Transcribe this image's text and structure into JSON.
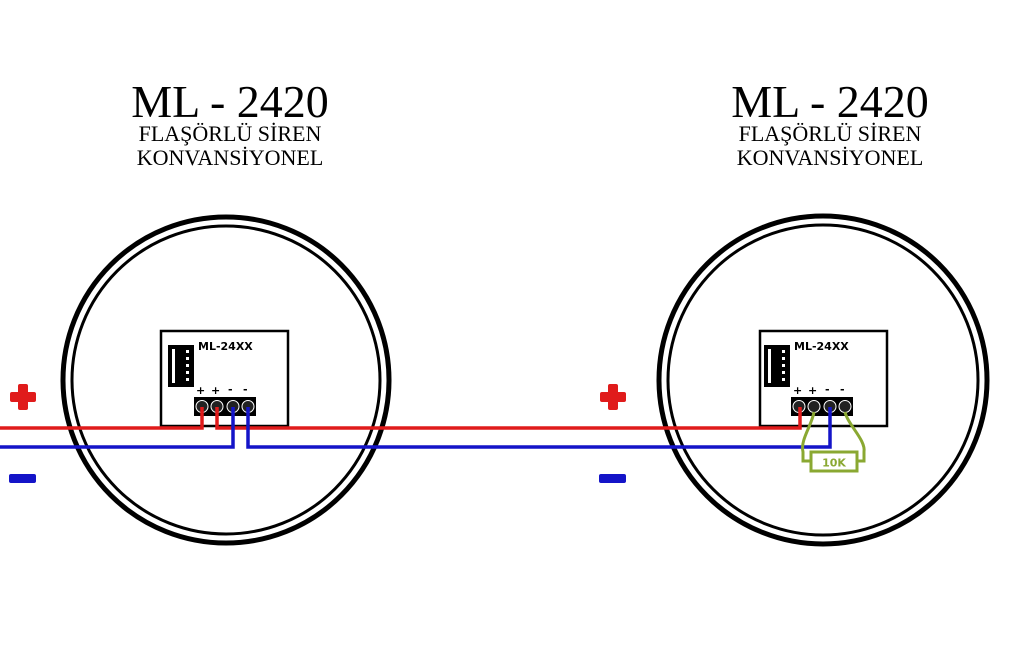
{
  "units": [
    {
      "title": "ML - 2420",
      "subtitle_1": "FLAŞÖRLÜ SİREN",
      "subtitle_2": "KONVANSİYONEL",
      "module_label": "ML-24XX",
      "terminals": [
        "+",
        "+",
        "-",
        "-"
      ],
      "end_of_line_resistor": null
    },
    {
      "title": "ML - 2420",
      "subtitle_1": "FLAŞÖRLÜ SİREN",
      "subtitle_2": "KONVANSİYONEL",
      "module_label": "ML-24XX",
      "terminals": [
        "+",
        "+",
        "-",
        "-"
      ],
      "end_of_line_resistor": "10K"
    }
  ],
  "line_labels": {
    "positive": "+",
    "negative": "−"
  },
  "colors": {
    "positive_wire": "#e01b1b",
    "negative_wire": "#1414c8",
    "resistor": "#8aa832",
    "outline": "#000000"
  }
}
